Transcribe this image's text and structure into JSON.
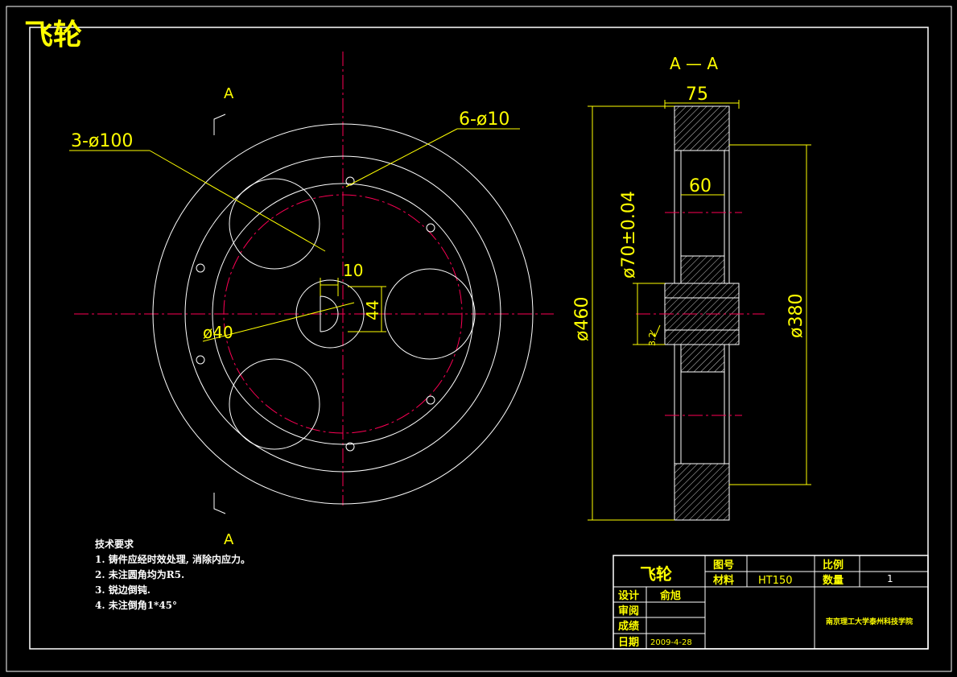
{
  "drawing": {
    "corner_title": "飞轮",
    "section_label": "A — A",
    "cut_label_top": "A",
    "cut_label_bottom": "A"
  },
  "front_view": {
    "dim_large_holes": "3-ø100",
    "dim_small_holes": "6-ø10",
    "dim_bore": "ø40",
    "dim_keyway_width": "10",
    "dim_keyway_depth": "44"
  },
  "section_view": {
    "dim_width": "75",
    "dim_web": "60",
    "dim_hub": "ø70±0.04",
    "dim_outer": "ø460",
    "dim_inner": "ø380",
    "roughness": "3.2"
  },
  "notes": {
    "heading": "技术要求",
    "items": [
      "1. 铸件应经时效处理, 消除内应力。",
      "2. 未注圆角均为R5.",
      "3. 锐边倒钝.",
      "4. 未注倒角1*45°"
    ]
  },
  "title_block": {
    "part_name": "飞轮",
    "drawing_no_label": "图号",
    "drawing_no_value": "",
    "scale_label": "比例",
    "scale_value": "",
    "material_label": "材料",
    "material_value": "HT150",
    "quantity_label": "数量",
    "quantity_value": "1",
    "design_label": "设计",
    "designer": "俞旭",
    "review_label": "审阅",
    "grade_label": "成绩",
    "date_label": "日期",
    "date_value": "2009-4-28",
    "school": "南京理工大学泰州科技学院"
  },
  "colors": {
    "outline": "#ffffff",
    "dimension": "#ffff00",
    "centerline": "#ff0055",
    "background": "#000000"
  }
}
